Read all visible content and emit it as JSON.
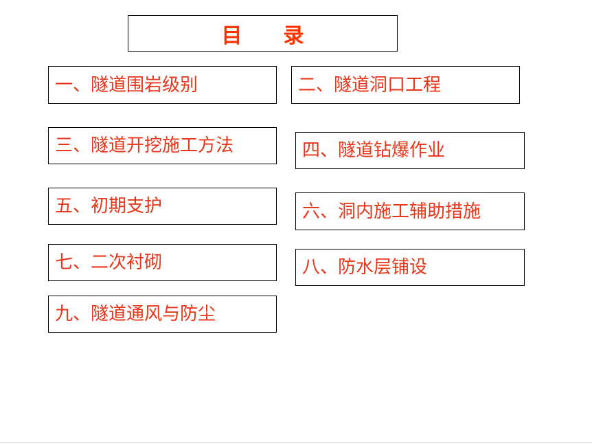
{
  "title": "目　　录",
  "toc": [
    "一、隧道围岩级别",
    "二、隧道洞口工程",
    "三、隧道开挖施工方法",
    "四、隧道钻爆作业",
    "五、初期支护",
    "六、洞内施工辅助措施",
    "七、二次衬砌",
    "八、防水层铺设",
    "九、隧道通风与防尘"
  ],
  "colors": {
    "title": "#ff3300",
    "item_text": "#e8361a",
    "border": "#000000",
    "background": "#ffffff"
  }
}
